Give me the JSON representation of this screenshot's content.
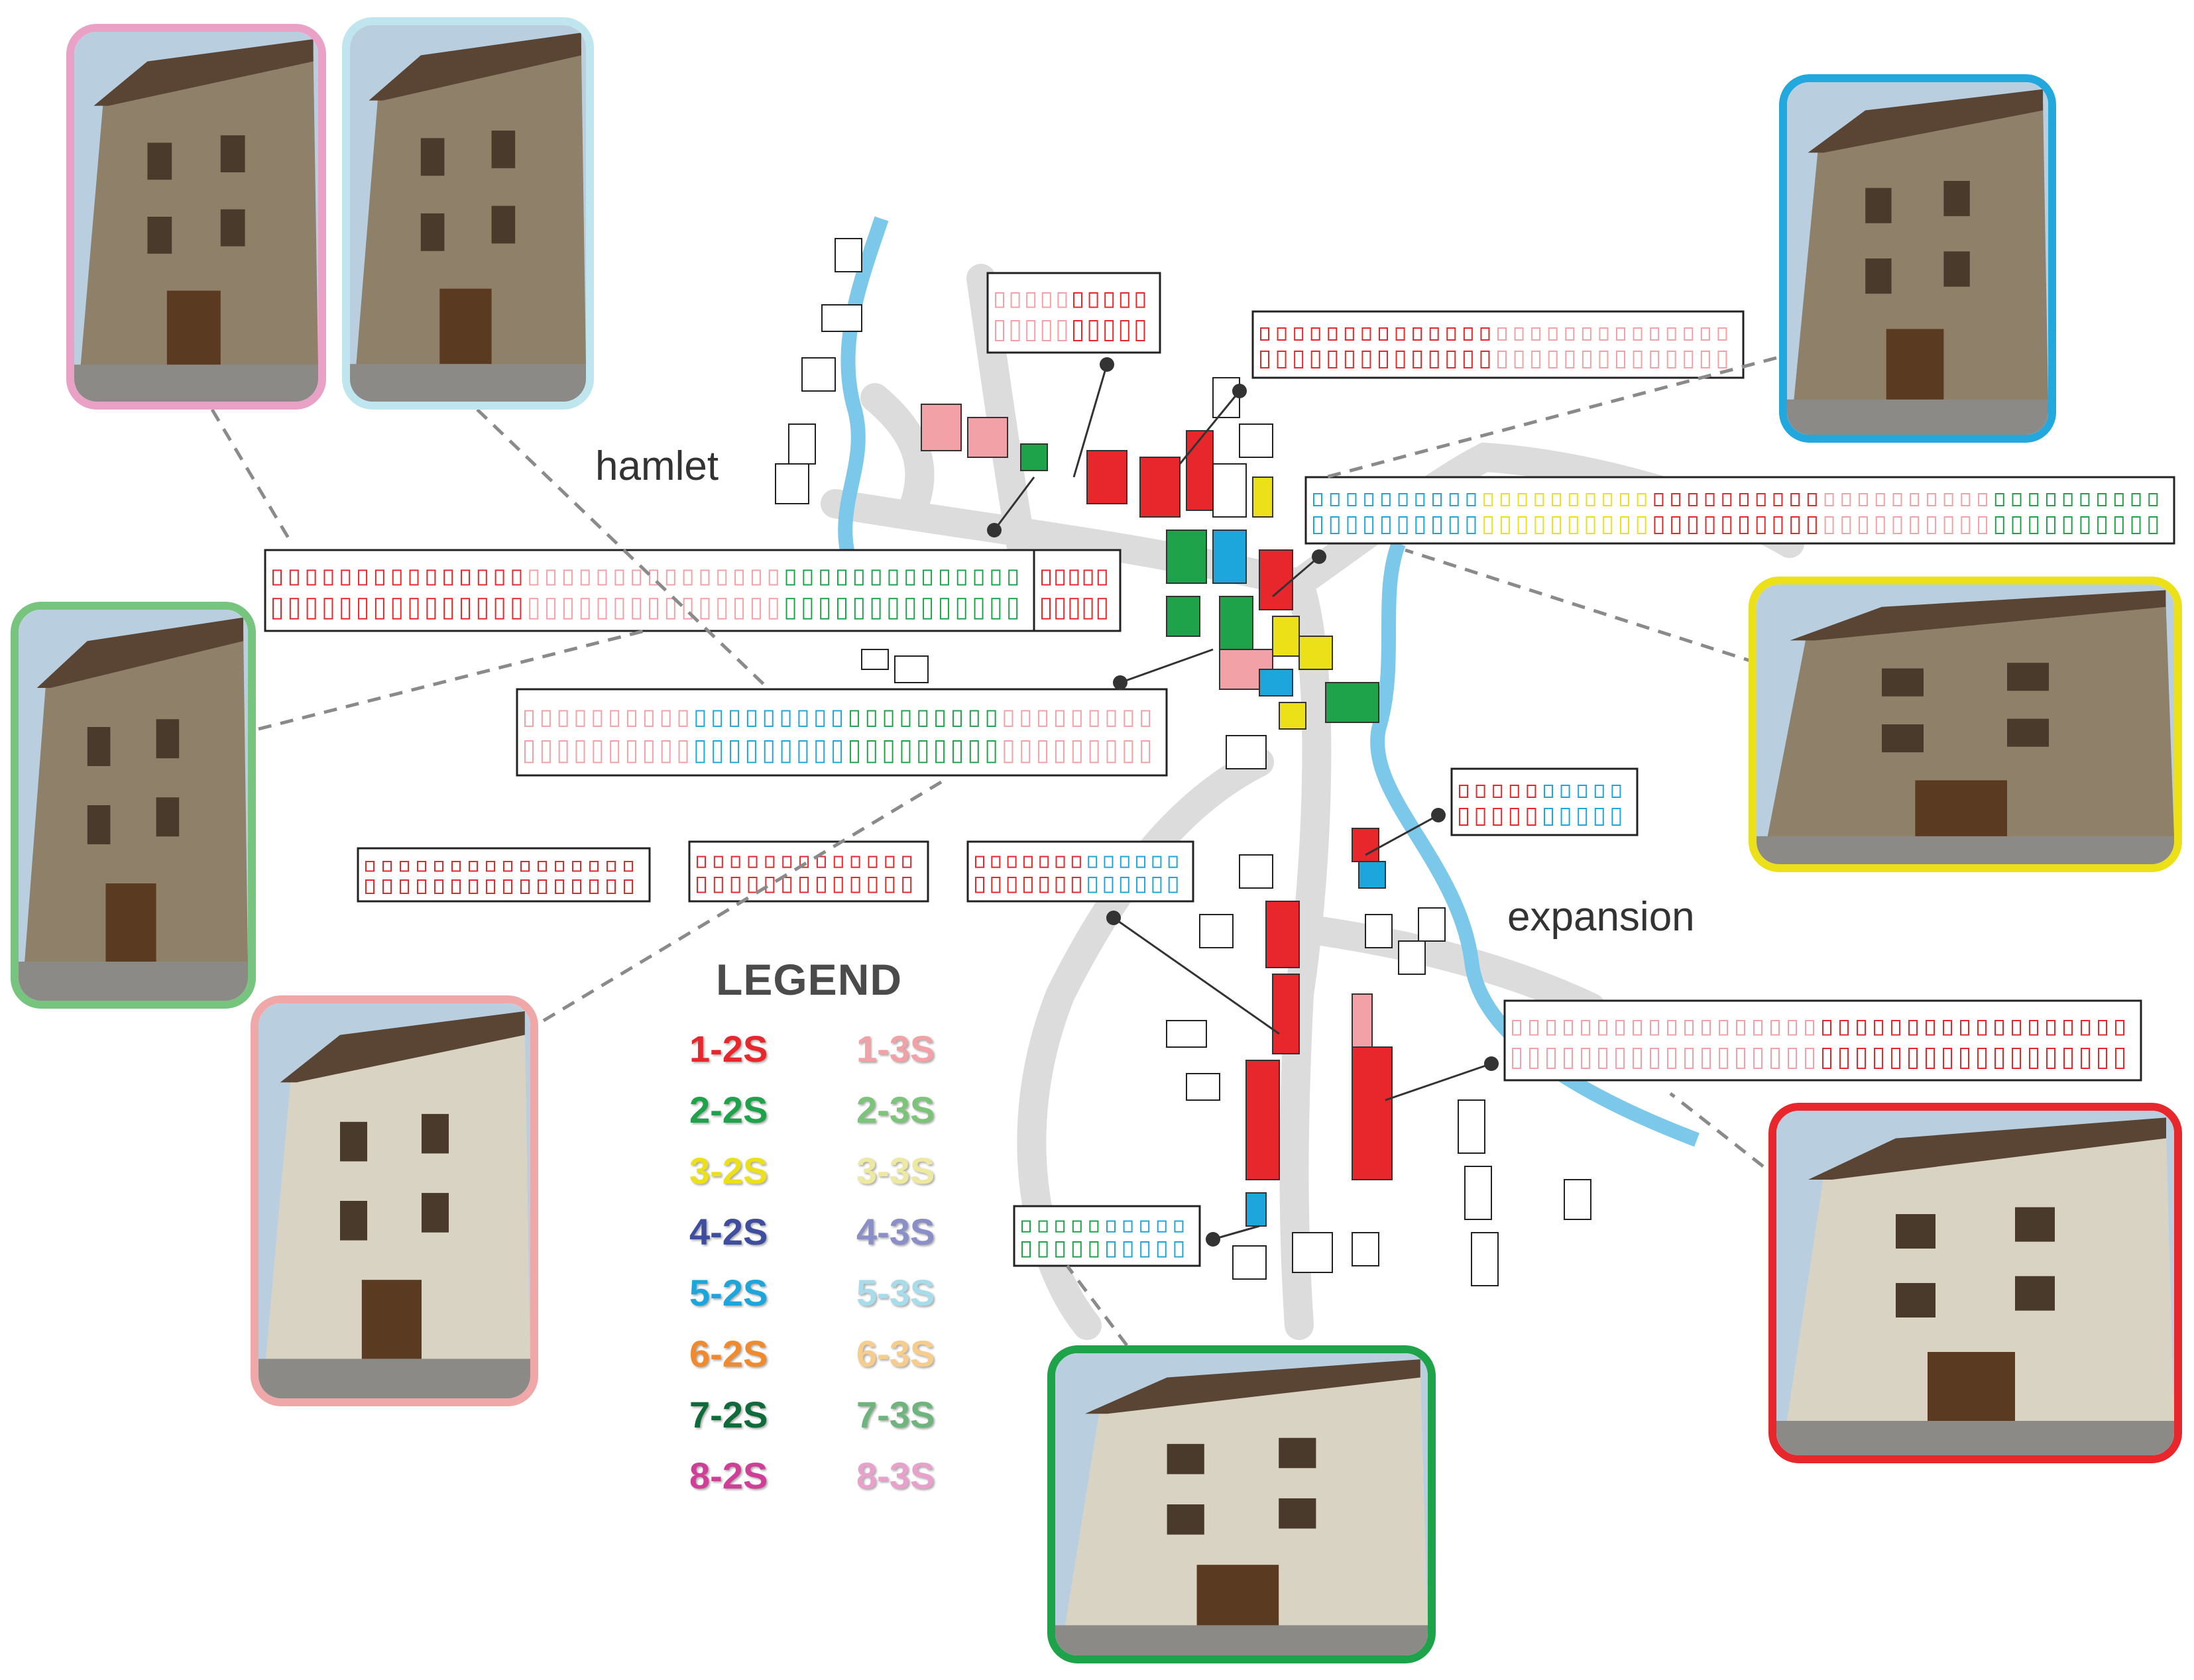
{
  "labels": {
    "hamlet": "hamlet",
    "expansion": "expansion"
  },
  "legend": {
    "title": "LEGEND",
    "entries": [
      {
        "text": "1-2S",
        "color": "#e8272d"
      },
      {
        "text": "1-3S",
        "color": "#f2a2a6"
      },
      {
        "text": "2-2S",
        "color": "#1ea24a"
      },
      {
        "text": "2-3S",
        "color": "#7cc47a"
      },
      {
        "text": "3-2S",
        "color": "#ece018"
      },
      {
        "text": "3-3S",
        "color": "#ede9a0"
      },
      {
        "text": "4-2S",
        "color": "#3e4d9e"
      },
      {
        "text": "4-3S",
        "color": "#8a8fc8"
      },
      {
        "text": "5-2S",
        "color": "#1da6dc"
      },
      {
        "text": "5-3S",
        "color": "#a9dcea"
      },
      {
        "text": "6-2S",
        "color": "#f08a2c"
      },
      {
        "text": "6-3S",
        "color": "#f6cd8d"
      },
      {
        "text": "7-2S",
        "color": "#0f6b3a"
      },
      {
        "text": "7-3S",
        "color": "#6db57d"
      },
      {
        "text": "8-2S",
        "color": "#cf3f98"
      },
      {
        "text": "8-3S",
        "color": "#e7a1cb"
      }
    ]
  },
  "photos": [
    {
      "name": "photo-pink-building",
      "frame_color": "#e9a2c6"
    },
    {
      "name": "photo-lightblue-building",
      "frame_color": "#bfe5ee"
    },
    {
      "name": "photo-blue-building",
      "frame_color": "#22a8dd"
    },
    {
      "name": "photo-yellow-building",
      "frame_color": "#ece018"
    },
    {
      "name": "photo-lightgreen-building",
      "frame_color": "#77c47e"
    },
    {
      "name": "photo-lightred-building",
      "frame_color": "#efa7a7"
    },
    {
      "name": "photo-green-building",
      "frame_color": "#1ea24a"
    },
    {
      "name": "photo-red-building",
      "frame_color": "#e8272d"
    }
  ],
  "colors": {
    "road": "#dcdcdc",
    "river": "#7cc8ea",
    "red": "#e8272d",
    "pink": "#f2a2a6",
    "green": "#1ea24a",
    "cyan": "#1da6dc",
    "yellow": "#ece018"
  }
}
